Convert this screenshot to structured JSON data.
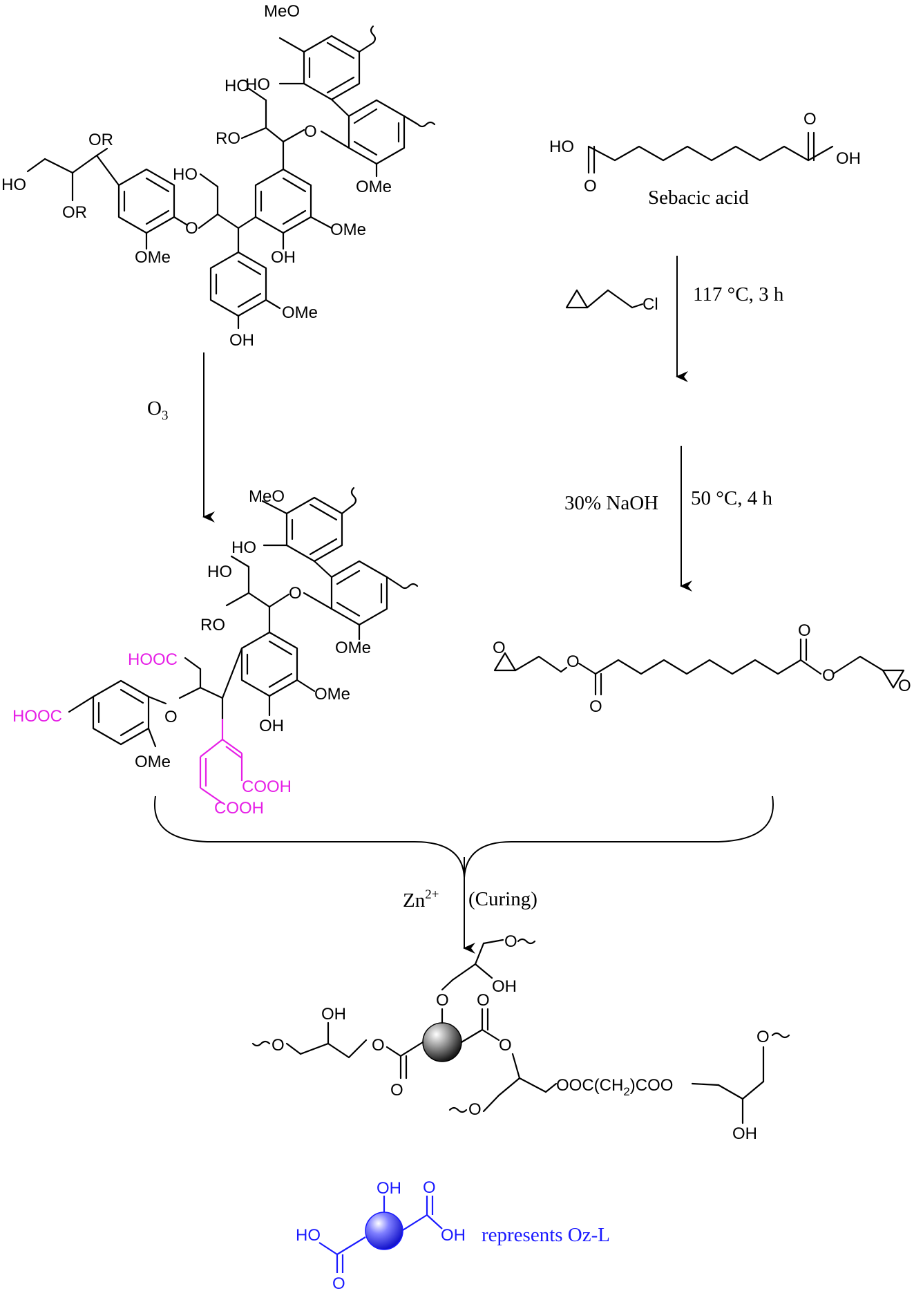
{
  "scheme": {
    "reagents": {
      "ozone_prefix": "O",
      "ozone_sub": "3",
      "ecl_cl": "Cl",
      "ecl_conditions": "117 °C, 3 h",
      "naoh": "30% NaOH",
      "naoh_conditions": "50 °C, 4 h",
      "zinc_prefix": "Zn",
      "zinc_sup": "2+",
      "curing": "(Curing)"
    },
    "sebacic_acid": {
      "name": "Sebacic acid",
      "ho": "HO",
      "oh": "OH",
      "o1": "O",
      "o2": "O"
    },
    "lignin": {
      "meo_top": "MeO",
      "ho_ring": "HO",
      "ho_chain": "HO",
      "ro_chain": "RO",
      "o_ether1": "O",
      "ome_ring2": "OMe",
      "or_top": "OR",
      "ho_left": "HO",
      "or_bottom": "OR",
      "ho_mid": "HO",
      "o_ether2": "O",
      "ome_left": "OMe",
      "ome_mid": "OMe",
      "oh_mid": "OH",
      "ome_bottom": "OMe",
      "oh_bottom": "OH"
    },
    "oz_lignin": {
      "meo_top": "MeO",
      "ho_ring": "HO",
      "ho_chain": "HO",
      "ro_chain": "RO",
      "o_ether1": "O",
      "ome_ring2": "OMe",
      "hooc_chain": "HOOC",
      "hooc_ring": "HOOC",
      "o_ether2": "O",
      "ome_left": "OMe",
      "ome_mid": "OMe",
      "oh_mid": "OH",
      "cooh_1": "COOH",
      "cooh_2": "COOH"
    },
    "diglycidyl": {
      "o_ep1": "O",
      "o_ester1": "O",
      "o_carbonyl1": "O",
      "o_carbonyl2": "O",
      "o_ester2": "O",
      "o_ep2": "O"
    },
    "network": {
      "o_top": "O",
      "oh_top": "OH",
      "o_link": "O",
      "oh_left": "OH",
      "o_left": "O",
      "o_ester_left": "O",
      "o_carbonyl_left": "O",
      "o_carbonyl_right": "O",
      "o_ester_right": "O",
      "chain_text": "OOC(CH",
      "chain_sub": "2",
      "chain_text2": ")COO",
      "o_right": "O",
      "oh_right": "OH",
      "o_bottom": "O"
    },
    "legend": {
      "oh": "OH",
      "ho": "HO",
      "oh_right": "OH",
      "o1": "O",
      "o2": "O",
      "text": "represents Oz-L"
    }
  },
  "colors": {
    "modified_groups": "#e61fe6",
    "legend": "#1a1aff",
    "bonds": "#000000"
  }
}
